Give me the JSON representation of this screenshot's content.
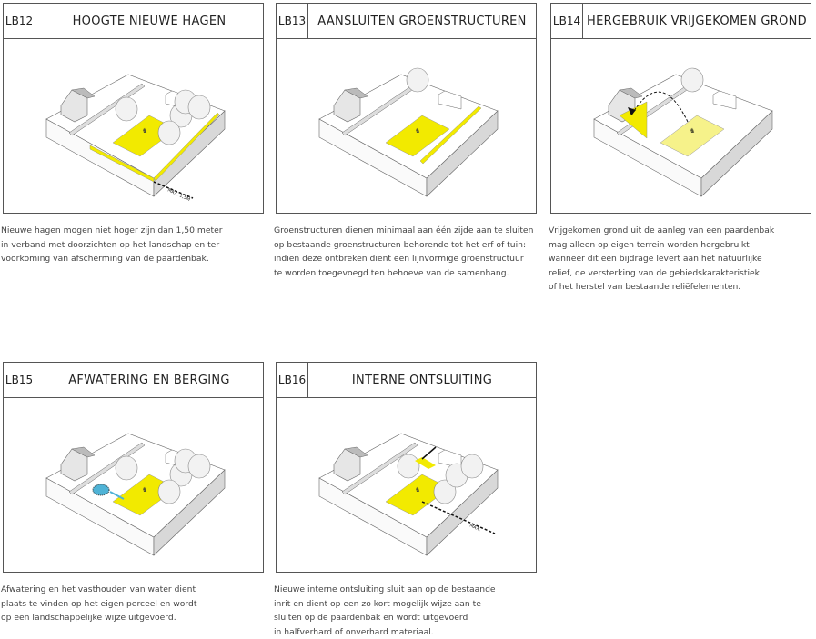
{
  "panels": [
    {
      "code": "LB12",
      "title": "HOOGTE NIEUWE HAGEN",
      "annotation": "MAX. 1,5M",
      "variant": "hedges",
      "lines": [
        "Nieuwe hagen mogen niet hoger zijn dan 1,50 meter",
        "in verband met doorzichten op het landschap en ter",
        "voorkoming van afscherming van de paardenbak."
      ]
    },
    {
      "code": "LB13",
      "title": "AANSLUITEN GROENSTRUCTUREN",
      "variant": "hedge",
      "lines": [
        "Groenstructuren dienen minimaal aan één zijde aan te sluiten",
        "op bestaande groenstructuren behorende tot het erf of tuin:",
        "indien deze ontbreken dient een lijnvormige groenstructuur",
        "te worden toegevoegd ten behoeve van de samenhang."
      ]
    },
    {
      "code": "LB14",
      "title": "HERGEBRUIK VRIJGEKOMEN GROND",
      "variant": "soil",
      "lines": [
        "Vrijgekomen grond uit de aanleg van een paardenbak",
        "mag alleen op eigen terrein worden hergebruikt",
        "wanneer dit een bijdrage levert aan het natuurlijke",
        "relief, de versterking van de gebiedskarakteristiek",
        "of het herstel van bestaande reliëfelementen."
      ]
    },
    {
      "code": "LB15",
      "title": "AFWATERING EN BERGING",
      "variant": "water",
      "lines": [
        "Afwatering en het vasthouden van water dient",
        "plaats te vinden op het eigen perceel en wordt",
        "op een landschappelijke wijze uitgevoerd."
      ]
    },
    {
      "code": "LB16",
      "title": "INTERNE ONTSLUITING",
      "annotation": "MAX.",
      "variant": "access",
      "lines": [
        "Nieuwe interne ontsluiting sluit aan op de bestaande",
        "inrit en dient op een zo kort mogelijk wijze aan te",
        "sluiten op de paardenbak en wordt uitgevoerd",
        "in halfverhard of onverhard materiaal."
      ]
    }
  ],
  "colors": {
    "yellow": "#f2ea00",
    "light_yellow": "#f6f28a",
    "water": "#4fb3d6",
    "border": "#555555"
  }
}
